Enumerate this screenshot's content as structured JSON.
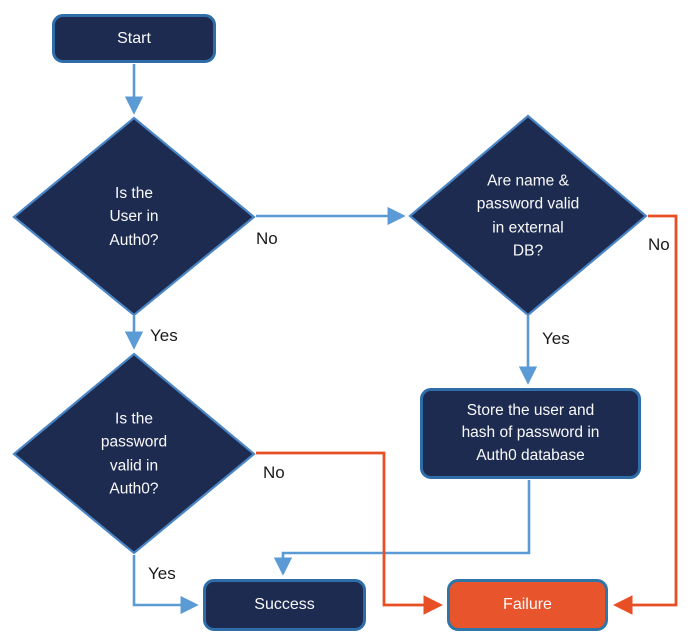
{
  "diagram": {
    "type": "flowchart",
    "background": "#ffffff",
    "colors": {
      "node_fill": "#1d2b51",
      "node_border": "#2e6da8",
      "diamond_border": "#4a86c6",
      "arrow_blue": "#5b9bd5",
      "arrow_orange": "#e84f24",
      "failure_fill": "#e8542b",
      "node_text": "#fafafa",
      "edge_label_text": "#1a1a1a"
    },
    "nodes": {
      "start": {
        "label": "Start",
        "shape": "rounded-rect"
      },
      "user_in_auth0": {
        "label": "Is the\nUser in\nAuth0?",
        "shape": "diamond"
      },
      "external_db_valid": {
        "label": "Are name &\npassword valid\nin external\nDB?",
        "shape": "diamond"
      },
      "password_valid": {
        "label": "Is the\npassword\nvalid in\nAuth0?",
        "shape": "diamond"
      },
      "store_user": {
        "label": "Store the user and\nhash of password in\nAuth0 database",
        "shape": "rounded-rect"
      },
      "success": {
        "label": "Success",
        "shape": "rounded-rect"
      },
      "failure": {
        "label": "Failure",
        "shape": "rounded-rect"
      }
    },
    "edges": [
      {
        "from": "start",
        "to": "user_in_auth0",
        "label": "",
        "color": "blue"
      },
      {
        "from": "user_in_auth0",
        "to": "external_db_valid",
        "label": "No",
        "color": "blue"
      },
      {
        "from": "user_in_auth0",
        "to": "password_valid",
        "label": "Yes",
        "color": "blue"
      },
      {
        "from": "external_db_valid",
        "to": "store_user",
        "label": "Yes",
        "color": "blue"
      },
      {
        "from": "external_db_valid",
        "to": "failure",
        "label": "No",
        "color": "orange"
      },
      {
        "from": "password_valid",
        "to": "success",
        "label": "Yes",
        "color": "blue"
      },
      {
        "from": "password_valid",
        "to": "failure",
        "label": "No",
        "color": "orange"
      },
      {
        "from": "store_user",
        "to": "success",
        "label": "",
        "color": "blue"
      }
    ],
    "edge_labels": {
      "user_in_auth0_no": "No",
      "user_in_auth0_yes": "Yes",
      "external_db_no": "No",
      "external_db_yes": "Yes",
      "password_valid_no": "No",
      "password_valid_yes": "Yes"
    }
  }
}
